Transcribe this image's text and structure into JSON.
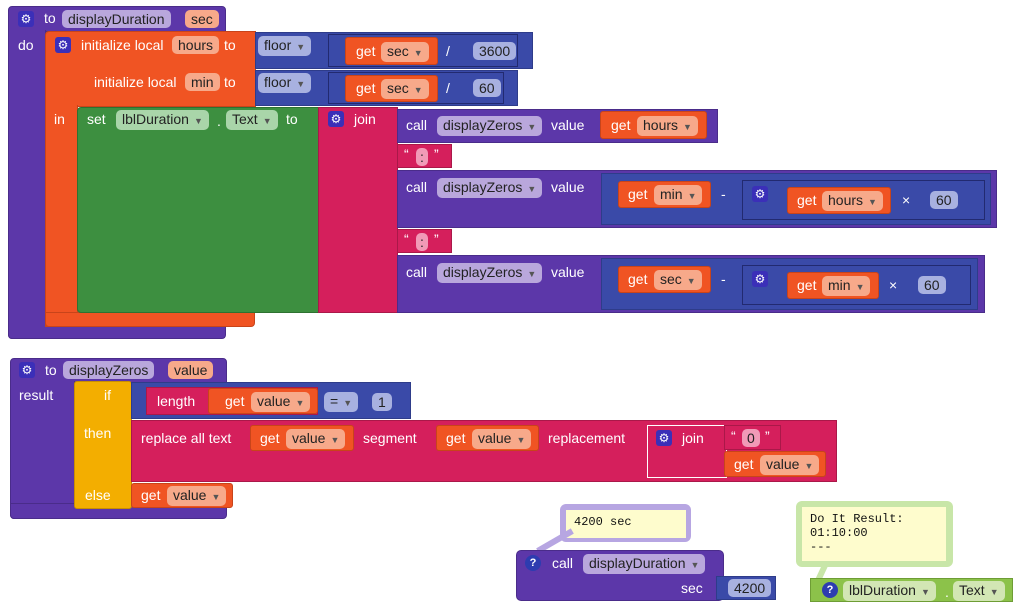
{
  "proc1": {
    "to": "to",
    "name": "displayDuration",
    "param": "sec",
    "do": "do",
    "init1": {
      "label": "initialize local",
      "var": "hours",
      "to": "to",
      "fn": "floor",
      "get": "get",
      "getvar": "sec",
      "op": "/",
      "num": "3600"
    },
    "init2": {
      "label": "initialize local",
      "var": "min",
      "to": "to",
      "fn": "floor",
      "get": "get",
      "getvar": "sec",
      "op": "/",
      "num": "60"
    },
    "in": "in",
    "set": {
      "set": "set",
      "comp": "lblDuration",
      "dot": ".",
      "prop": "Text",
      "to": "to"
    },
    "join": "join",
    "call1": {
      "call": "call",
      "name": "displayZeros",
      "value": "value",
      "get": "get",
      "var": "hours"
    },
    "sep1": ":",
    "call2": {
      "call": "call",
      "name": "displayZeros",
      "value": "value",
      "get": "get",
      "var": "min",
      "minus": "-",
      "get2": "get",
      "var2": "hours",
      "times": "×",
      "num": "60"
    },
    "sep2": ":",
    "call3": {
      "call": "call",
      "name": "displayZeros",
      "value": "value",
      "get": "get",
      "var": "sec",
      "minus": "-",
      "get2": "get",
      "var2": "min",
      "times": "×",
      "num": "60"
    }
  },
  "proc2": {
    "to": "to",
    "name": "displayZeros",
    "param": "value",
    "result": "result",
    "if": "if",
    "then": "then",
    "else": "else",
    "cond": {
      "length": "length",
      "get": "get",
      "var": "value",
      "op": "=",
      "num": "1"
    },
    "replace": {
      "label": "replace all text",
      "get": "get",
      "var": "value",
      "segment": "segment",
      "get2": "get",
      "var2": "value",
      "replacement": "replacement",
      "join": "join",
      "text0": "0",
      "get3": "get",
      "var3": "value"
    },
    "elseget": {
      "get": "get",
      "var": "value"
    }
  },
  "test": {
    "bubble": "4200 sec",
    "call": "call",
    "name": "displayDuration",
    "param": "sec",
    "num": "4200"
  },
  "result": {
    "bubble": "Do It Result:\n01:10:00\n---",
    "comp": "lblDuration",
    "dot": ".",
    "prop": "Text"
  }
}
